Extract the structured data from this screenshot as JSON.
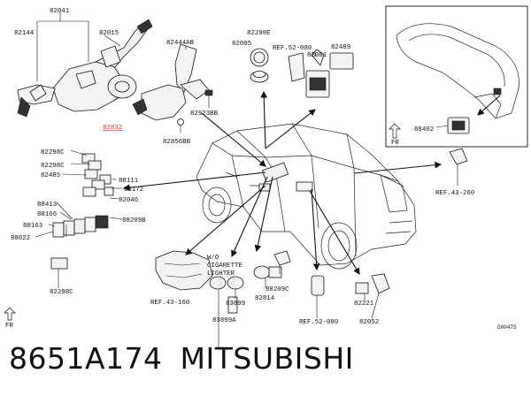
{
  "caption": {
    "part_number": "8651A174",
    "brand": "MITSUBISHI"
  },
  "labels": {
    "l82041": "82041",
    "l82144": "82144",
    "l82015": "82015",
    "l82832": "82832",
    "l82444ab": "82444AB",
    "l82923bb": "82923BB",
    "l82856bb": "82856BB",
    "l82298e": "82298E",
    "l82005": "82005",
    "lref52a": "REF.52-080",
    "l82081": "82081",
    "l82489": "82489",
    "l88402": "88402",
    "l82298c_a": "82298C",
    "l82298c_b": "82298C",
    "l82485": "82485",
    "l88111": "88111",
    "l88172": "88172",
    "l82046": "82046",
    "l88413": "88413",
    "l88166": "88166",
    "l88163": "88163",
    "l88209b": "88209B",
    "l88022": "88022",
    "l82298c_c": "82298C",
    "lref43_260": "REF.43-260",
    "lref43_160": "REF.43-160",
    "lwo1": "W/O",
    "lwo2": "CIGARETTE",
    "lwo3": "LIGHTER",
    "l83899": "83899",
    "l83899a": "83899A",
    "l82814": "82814",
    "l88209c": "88209C",
    "lref52b": "REF.52-080",
    "l82221": "82221",
    "l82052": "82052",
    "lfr1": "FR",
    "lfr2": "FR",
    "ldrawing": "D00475"
  }
}
